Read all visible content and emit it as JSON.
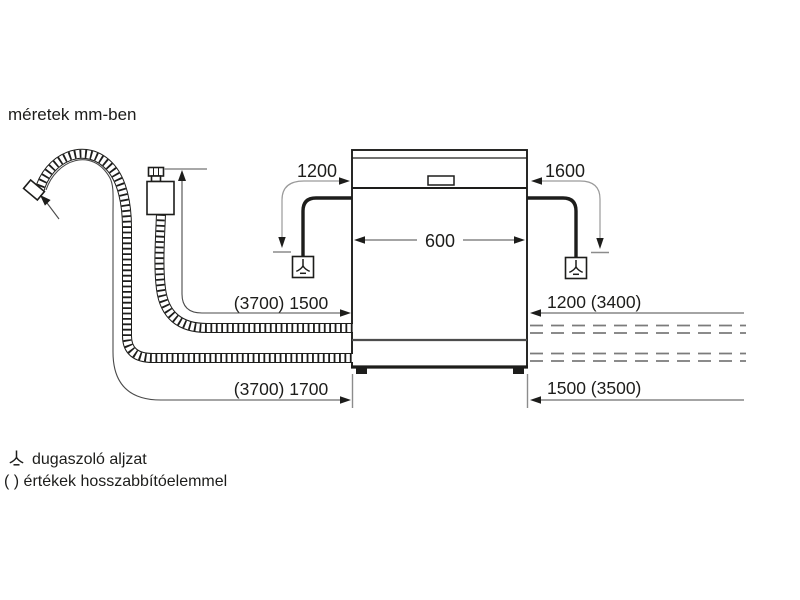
{
  "title": "méretek mm-ben",
  "diagram": {
    "appliance": "dishwasher front view",
    "width_label": "600",
    "cord_left_label": "1200",
    "cord_right_label": "1600",
    "supply_left_label": "(3700) 1500",
    "drain_left_label": "(3700) 1700",
    "supply_right_label": "1200 (3400)",
    "drain_right_label": "1500 (3500)"
  },
  "legend": {
    "socket_label": "dugaszoló aljzat",
    "brackets_label": "( ) értékek hosszabbítóelemmel"
  },
  "icons": {
    "plug_socket": "plug-socket-icon"
  },
  "colors": {
    "line": "#1d1d1b",
    "dimension_line": "#4a4a4a",
    "leader_line": "#9a9a9a",
    "dashed_hose": "#7b7b7b",
    "background": "#ffffff"
  }
}
